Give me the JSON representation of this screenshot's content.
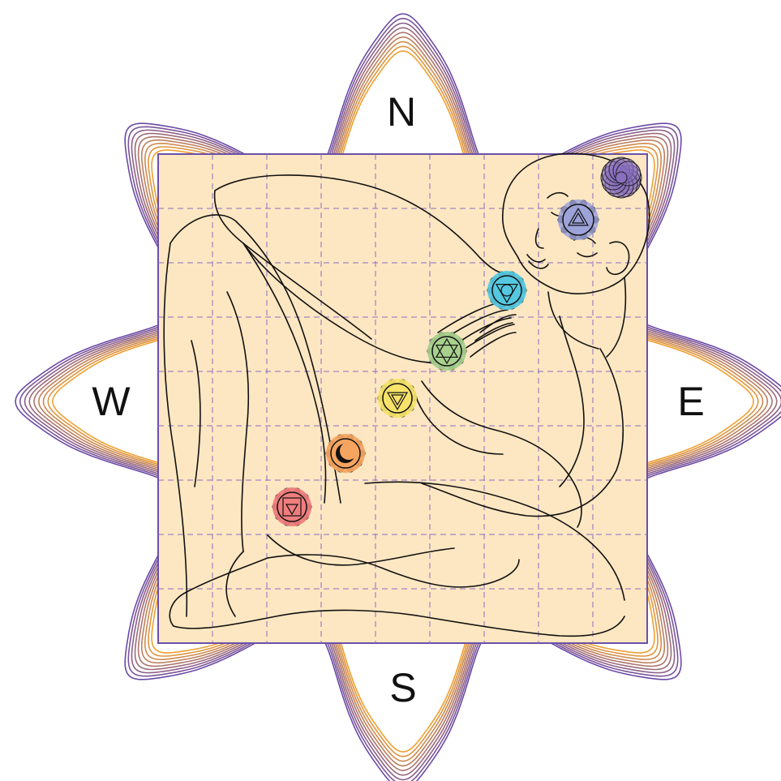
{
  "directions": {
    "north": "N",
    "south": "S",
    "east": "E",
    "west": "W"
  },
  "colors": {
    "outline_outer": "#6a4aa8",
    "outline_inner": "#f0a030",
    "square_fill": "#fde7c2",
    "square_border": "#6b50a8",
    "grid": "#8a6cc0",
    "figure_line": "#111111"
  },
  "chakras": [
    {
      "name": "crown-chakra",
      "color": "#8a6fc0",
      "symbol": "lotus"
    },
    {
      "name": "third-eye-chakra",
      "color": "#9da3d8",
      "symbol": "triangle"
    },
    {
      "name": "throat-chakra",
      "color": "#55c8e0",
      "symbol": "circle-triangle"
    },
    {
      "name": "heart-chakra",
      "color": "#a8d08e",
      "symbol": "hexagram"
    },
    {
      "name": "solar-plexus-chakra",
      "color": "#f7e36a",
      "symbol": "triangle"
    },
    {
      "name": "sacral-chakra",
      "color": "#f6a561",
      "symbol": "crescent"
    },
    {
      "name": "root-chakra",
      "color": "#f07e7e",
      "symbol": "square-triangle"
    }
  ]
}
